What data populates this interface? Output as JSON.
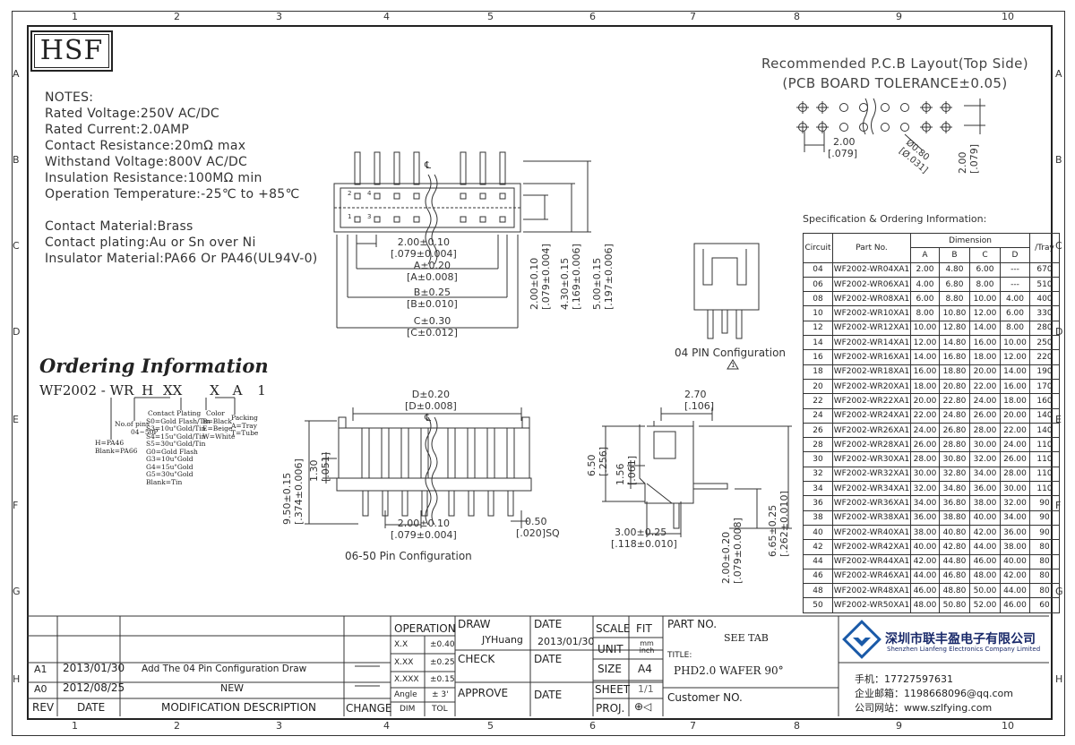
{
  "border": {
    "top_numbers": [
      "1",
      "2",
      "3",
      "4",
      "5",
      "6",
      "7",
      "8",
      "9",
      "10"
    ],
    "side_letters": [
      "A",
      "B",
      "C",
      "D",
      "E",
      "F",
      "G",
      "H"
    ]
  },
  "logo": {
    "text": "HSF"
  },
  "notes": {
    "heading": "NOTES:",
    "lines": [
      "Rated Voltage:250V AC/DC",
      "Rated Current:2.0AMP",
      "Contact Resistance:20mΩ max",
      "Withstand Voltage:800V AC/DC",
      "Insulation Resistance:100MΩ min",
      "Operation Temperature:-25℃ to +85℃"
    ],
    "material_lines": [
      "Contact Material:Brass",
      "Contact plating:Au or Sn over Ni",
      "Insulator Material:PA66 Or PA46(UL94V-0)"
    ]
  },
  "ordering": {
    "title": "Ordering Information",
    "code_parts": [
      "WF2002 - WR",
      "H",
      "XX",
      "X",
      "A",
      "1"
    ],
    "no_of_pins": [
      "No.of pins",
      "04~50P"
    ],
    "housing": [
      "H=PA46",
      "Blank=PA66"
    ],
    "contact_plating": [
      "Contact Plating",
      "S0=Gold Flash/Tin",
      "S3=10u\"Gold/Tin",
      "S4=15u\"Gold/Tin",
      "S5=30u\"Gold/Tin",
      "G0=Gold Flash",
      "G3=10u\"Gold",
      "G4=15u\"Gold",
      "G5=30u\"Gold",
      "Blank=Tin"
    ],
    "color": [
      "Color",
      "B=Black",
      "E=Beige",
      "W=White"
    ],
    "packing": [
      "Packing",
      "A=Tray",
      "T=Tube"
    ]
  },
  "top_view": {
    "pin_labels": [
      "2",
      "4",
      "1",
      "3"
    ],
    "center_mark": "℄",
    "dim_pitch": [
      "2.00±0.10",
      "[.079±0.004]"
    ],
    "dim_a": [
      "A±0.20",
      "[A±0.008]"
    ],
    "dim_b": [
      "B±0.25",
      "[B±0.010]"
    ],
    "dim_c": [
      "C±0.30",
      "[C±0.012]"
    ],
    "dim_v1": [
      "2.00±0.10",
      "[.079±0.004]"
    ],
    "dim_v2": [
      "4.30±0.15",
      "[.169±0.006]"
    ],
    "dim_v3": [
      "5.00±0.15",
      "[.197±0.006]"
    ]
  },
  "pin04": {
    "label": "04 PIN Configuration",
    "mark": "1"
  },
  "front_view": {
    "dim_d": [
      "D±0.20",
      "[D±0.008]"
    ],
    "center_mark": "℄",
    "dim_h1": [
      "9.50±0.15",
      "[.374±0.006]"
    ],
    "dim_h2": [
      "1.30",
      "[.051]"
    ],
    "dim_pitch": [
      "2.00±0.10",
      "[.079±0.004]"
    ],
    "dim_pin": [
      "0.50",
      "[.020]SQ"
    ],
    "label": "06-50 Pin Configuration"
  },
  "side_view": {
    "dim_w": [
      "2.70",
      "[.106]"
    ],
    "dim_h": [
      "6.50",
      "[.256]"
    ],
    "dim_s": [
      "1.56",
      "[.061]"
    ],
    "dim_tail": [
      "3.00±0.25",
      "[.118±0.010]"
    ],
    "dim_v1": [
      "2.00±0.20",
      "[.079±0.008]"
    ],
    "dim_v2": [
      "6.65±0.25",
      "[.262±0.010]"
    ]
  },
  "pcb": {
    "title1": "Recommended P.C.B Layout(Top Side)",
    "title2": "(PCB BOARD TOLERANCE±0.05)",
    "dim_pitch": [
      "2.00",
      "[.079]"
    ],
    "dim_hole": [
      "Ø0.80",
      "[Ø.031]"
    ],
    "dim_row": [
      "2.00",
      "[.079]"
    ]
  },
  "spec": {
    "title": "Specification & Ordering Information:",
    "headers": {
      "circuit": "Circuit",
      "part": "Part No.",
      "dimension": "Dimension",
      "a": "A",
      "b": "B",
      "c": "C",
      "d": "D",
      "tray": "/Tray"
    },
    "rows": [
      [
        "04",
        "WF2002-WR04XA1",
        "2.00",
        "4.80",
        "6.00",
        "---",
        "670"
      ],
      [
        "06",
        "WF2002-WR06XA1",
        "4.00",
        "6.80",
        "8.00",
        "---",
        "510"
      ],
      [
        "08",
        "WF2002-WR08XA1",
        "6.00",
        "8.80",
        "10.00",
        "4.00",
        "400"
      ],
      [
        "10",
        "WF2002-WR10XA1",
        "8.00",
        "10.80",
        "12.00",
        "6.00",
        "330"
      ],
      [
        "12",
        "WF2002-WR12XA1",
        "10.00",
        "12.80",
        "14.00",
        "8.00",
        "280"
      ],
      [
        "14",
        "WF2002-WR14XA1",
        "12.00",
        "14.80",
        "16.00",
        "10.00",
        "250"
      ],
      [
        "16",
        "WF2002-WR16XA1",
        "14.00",
        "16.80",
        "18.00",
        "12.00",
        "220"
      ],
      [
        "18",
        "WF2002-WR18XA1",
        "16.00",
        "18.80",
        "20.00",
        "14.00",
        "190"
      ],
      [
        "20",
        "WF2002-WR20XA1",
        "18.00",
        "20.80",
        "22.00",
        "16.00",
        "170"
      ],
      [
        "22",
        "WF2002-WR22XA1",
        "20.00",
        "22.80",
        "24.00",
        "18.00",
        "160"
      ],
      [
        "24",
        "WF2002-WR24XA1",
        "22.00",
        "24.80",
        "26.00",
        "20.00",
        "140"
      ],
      [
        "26",
        "WF2002-WR26XA1",
        "24.00",
        "26.80",
        "28.00",
        "22.00",
        "140"
      ],
      [
        "28",
        "WF2002-WR28XA1",
        "26.00",
        "28.80",
        "30.00",
        "24.00",
        "110"
      ],
      [
        "30",
        "WF2002-WR30XA1",
        "28.00",
        "30.80",
        "32.00",
        "26.00",
        "110"
      ],
      [
        "32",
        "WF2002-WR32XA1",
        "30.00",
        "32.80",
        "34.00",
        "28.00",
        "110"
      ],
      [
        "34",
        "WF2002-WR34XA1",
        "32.00",
        "34.80",
        "36.00",
        "30.00",
        "110"
      ],
      [
        "36",
        "WF2002-WR36XA1",
        "34.00",
        "36.80",
        "38.00",
        "32.00",
        "90"
      ],
      [
        "38",
        "WF2002-WR38XA1",
        "36.00",
        "38.80",
        "40.00",
        "34.00",
        "90"
      ],
      [
        "40",
        "WF2002-WR40XA1",
        "38.00",
        "40.80",
        "42.00",
        "36.00",
        "90"
      ],
      [
        "42",
        "WF2002-WR42XA1",
        "40.00",
        "42.80",
        "44.00",
        "38.00",
        "80"
      ],
      [
        "44",
        "WF2002-WR44XA1",
        "42.00",
        "44.80",
        "46.00",
        "40.00",
        "80"
      ],
      [
        "46",
        "WF2002-WR46XA1",
        "44.00",
        "46.80",
        "48.00",
        "42.00",
        "80"
      ],
      [
        "48",
        "WF2002-WR48XA1",
        "46.00",
        "48.80",
        "50.00",
        "44.00",
        "80"
      ],
      [
        "50",
        "WF2002-WR50XA1",
        "48.00",
        "50.80",
        "52.00",
        "46.00",
        "60"
      ]
    ]
  },
  "title_block": {
    "operation": "OPERATION",
    "tol_rows": [
      [
        "X.X",
        "±0.40"
      ],
      [
        "X.XX",
        "±0.25"
      ],
      [
        "X.XXX",
        "±0.15"
      ],
      [
        "Angle",
        "± 3'"
      ]
    ],
    "dim_label": "DIM",
    "tol_label": "TOL",
    "draw_label": "DRAW",
    "draw_name": "JYHuang",
    "draw_date_label": "DATE",
    "draw_date": "2013/01/30",
    "check_label": "CHECK",
    "check_date_label": "DATE",
    "approve_label": "APPROVE",
    "approve_date_label": "DATE",
    "scale_label": "SCALE",
    "scale_value": "FIT",
    "unit_label": "UNIT",
    "unit_value": "mm inch",
    "size_label": "SIZE",
    "size_value": "A4",
    "sheet_label": "SHEET",
    "sheet_value": "1/1",
    "proj_label": "PROJ.",
    "proj_symbol": "⊕◁",
    "part_no_label": "PART NO.",
    "part_no_value": "SEE TAB",
    "title_label": "TITLE:",
    "title_value": "PHD2.0 WAFER 90°",
    "customer_label": "Customer NO.",
    "revisions": [
      {
        "rev": "A1",
        "date": "2013/01/30",
        "desc": "Add The 04 Pin Configuration Draw"
      },
      {
        "rev": "A0",
        "date": "2012/08/25",
        "desc": "NEW"
      }
    ],
    "rev_header": "REV",
    "date_header": "DATE",
    "mod_header": "MODIFICATION  DESCRIPTION",
    "change_header": "CHANGE"
  },
  "company": {
    "name_cn": "深圳市联丰盈电子有限公司",
    "name_en": "Shenzhen Lianfeng Electronics Company Limited",
    "phone": "手机：17727597631",
    "email": "企业邮箱：1198668096@qq.com",
    "website": "公司网站：www.szlfying.com",
    "brand_color": "#1a5aa8"
  }
}
